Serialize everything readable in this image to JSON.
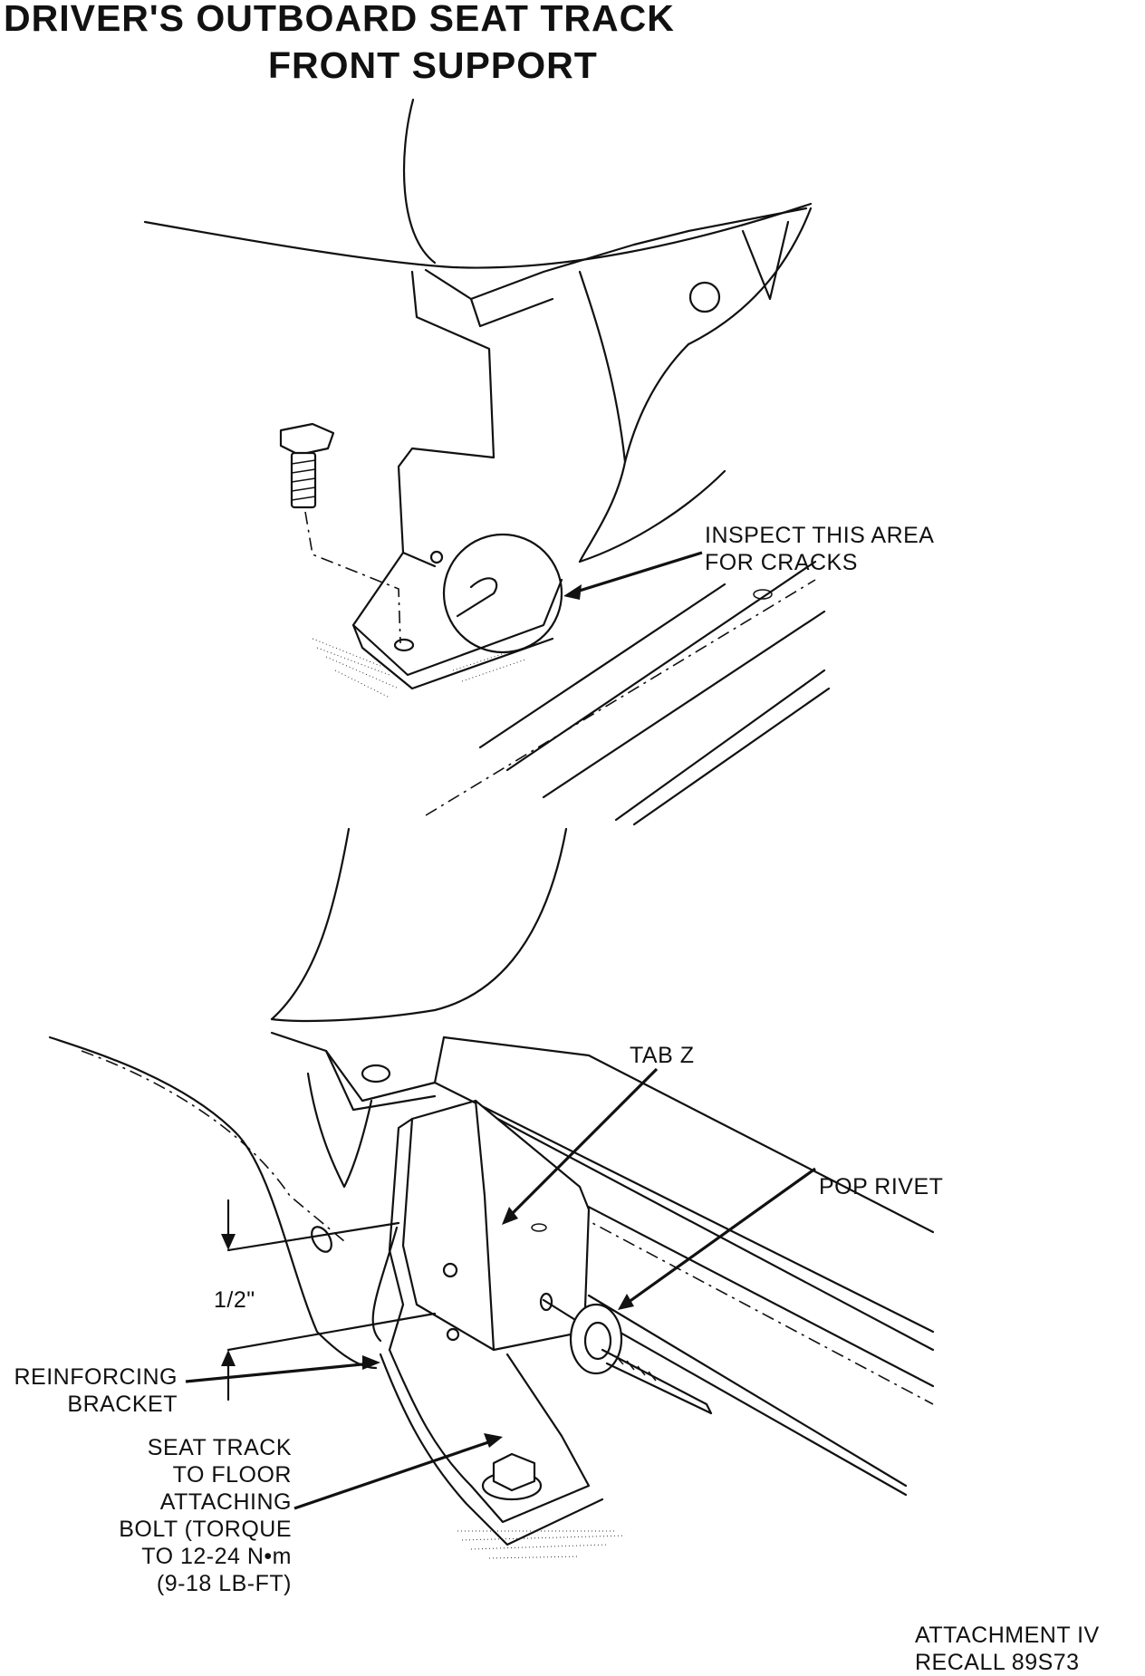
{
  "title": {
    "line1": "DRIVER'S  OUTBOARD  SEAT  TRACK",
    "line2": "FRONT  SUPPORT"
  },
  "labels": {
    "inspect": [
      "INSPECT THIS AREA",
      "FOR CRACKS"
    ],
    "tab_z": "TAB Z",
    "pop_rivet": "POP RIVET",
    "dimension": "1/2\"",
    "reinforcing_bracket": [
      "REINFORCING",
      "BRACKET"
    ],
    "seat_track_bolt": [
      "SEAT TRACK",
      "TO FLOOR",
      "ATTACHING",
      "BOLT (TORQUE",
      "TO 12-24 N•m",
      "(9-18 LB-FT)"
    ],
    "attachment": [
      "ATTACHMENT IV",
      "RECALL 89S73"
    ]
  }
}
